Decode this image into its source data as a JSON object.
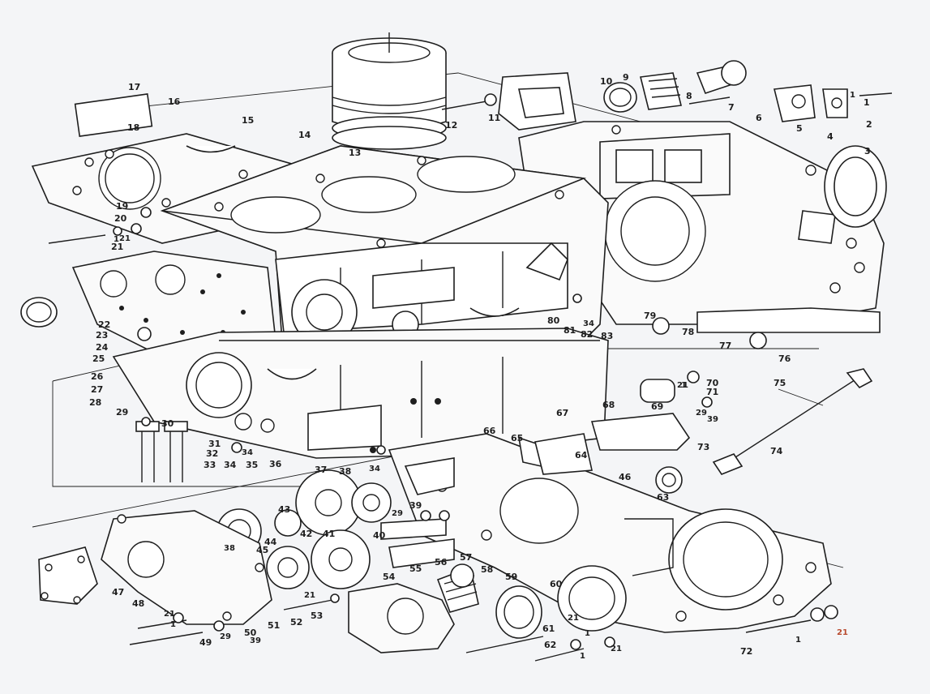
{
  "diagram": {
    "labels": [
      "1",
      "2",
      "3",
      "4",
      "5",
      "6",
      "7",
      "8",
      "9",
      "10",
      "11",
      "12",
      "13",
      "14",
      "15",
      "16",
      "17",
      "18",
      "19",
      "20",
      "21",
      "22",
      "23",
      "24",
      "25",
      "26",
      "27",
      "28",
      "29",
      "30",
      "31",
      "32",
      "33",
      "34",
      "35",
      "36",
      "37",
      "38",
      "39",
      "40",
      "41",
      "42",
      "43",
      "44",
      "45",
      "46",
      "47",
      "48",
      "49",
      "50",
      "51",
      "52",
      "53",
      "54",
      "55",
      "56",
      "57",
      "58",
      "59",
      "60",
      "61",
      "62",
      "63",
      "64",
      "65",
      "66",
      "67",
      "68",
      "69",
      "70",
      "71",
      "72",
      "73",
      "74",
      "75",
      "76",
      "77",
      "78",
      "79",
      "80",
      "81",
      "82",
      "83"
    ],
    "extra_labels": [
      "1",
      "1",
      "1",
      "1",
      "1",
      "1",
      "1",
      "21",
      "21",
      "21",
      "21",
      "21",
      "21",
      "21",
      "29",
      "29",
      "29",
      "34",
      "34",
      "34",
      "38",
      "39",
      "39"
    ]
  },
  "colors": {
    "ink": "#1e1e1e",
    "paper": "#f4f5f7",
    "accent_label": "#b84a2e"
  }
}
